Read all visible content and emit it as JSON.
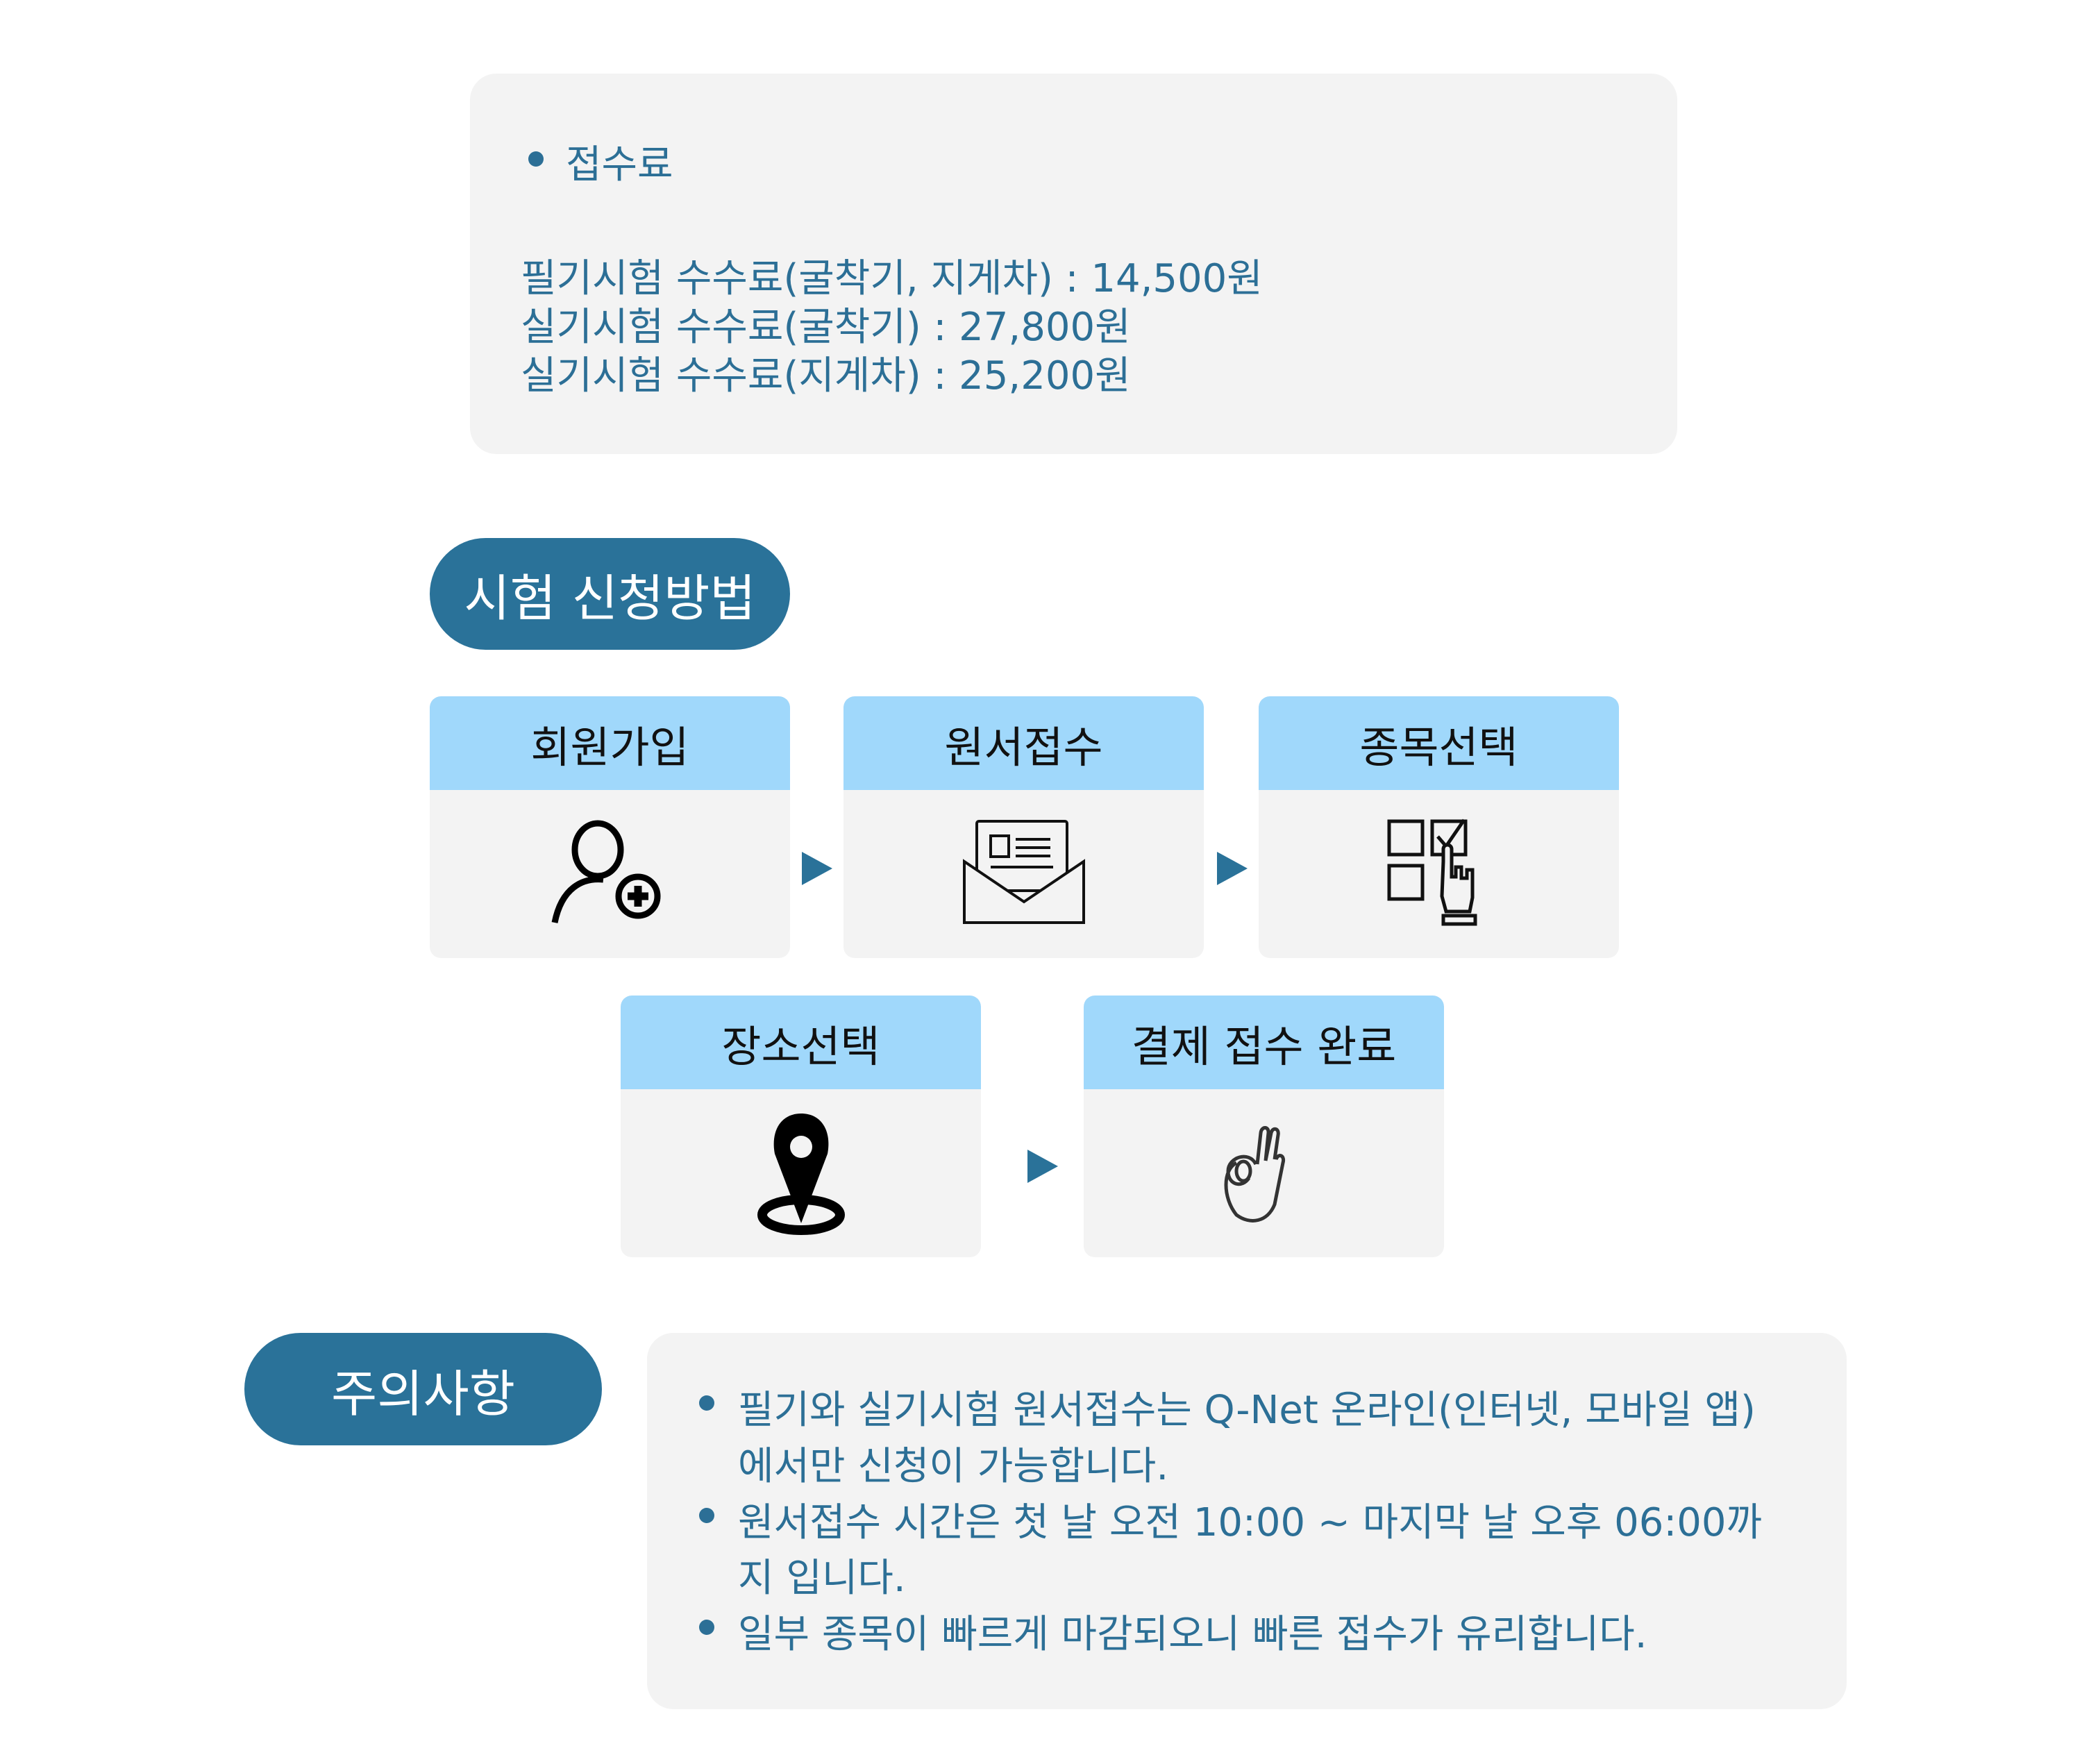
{
  "fee": {
    "title": "접수료",
    "lines": [
      "필기시험 수수료(굴착기, 지게차) : 14,500원",
      "실기시험 수수료(굴착기) : 27,800원",
      "실기시험 수수료(지게차) : 25,200원"
    ]
  },
  "apply": {
    "title": "시험 신청방법",
    "steps": [
      {
        "label": "회원가입",
        "icon": "user-plus-icon"
      },
      {
        "label": "원서접수",
        "icon": "envelope-form-icon"
      },
      {
        "label": "종목선택",
        "icon": "checkbox-hand-icon"
      },
      {
        "label": "장소선택",
        "icon": "location-pin-icon"
      },
      {
        "label": "결제 접수 완료",
        "icon": "ok-hand-icon"
      }
    ]
  },
  "notes": {
    "title": "주의사항",
    "lines": [
      "필기와 실기시험 원서접수는 Q-Net 온라인(인터넷, 모바일 앱)",
      "에서만 신청이 가능합니다.",
      "원서접수 시간은 첫 날 오전 10:00 ~ 마지막 날 오후 06:00까",
      "지 입니다.",
      "일부 종목이 빠르게 마감되오니 빠른 접수가 유리합니다."
    ]
  },
  "colors": {
    "accent": "#2a7299",
    "header": "#a0d8fb",
    "panel": "#f3f3f3"
  }
}
